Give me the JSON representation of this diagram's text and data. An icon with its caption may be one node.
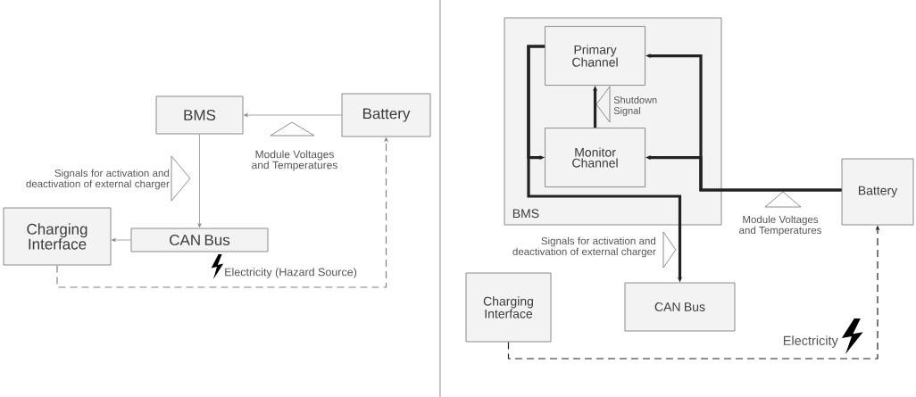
{
  "diagram": {
    "nodes": [
      {
        "text": [
          "BMS"
        ]
      },
      {
        "text": [
          "Battery"
        ]
      },
      {
        "text": [
          "CAN Bus"
        ]
      },
      {
        "text": [
          "Charging Interface"
        ]
      },
      {
        "text": [
          "BMS"
        ]
      },
      {
        "text": [
          "Primary Channel"
        ],
        "in": 4
      },
      {
        "text": [
          "Monitor Channel"
        ],
        "in": 4
      },
      {
        "text": [
          "Battery"
        ]
      },
      {
        "text": [
          "CAN Bus"
        ]
      },
      {
        "text": [
          "Charging Interface"
        ]
      }
    ],
    "edges": [
      {
        "from": 1,
        "to": 0,
        "arrow": "to",
        "label": "Module Voltages and Temperatures",
        "color": "#808080"
      },
      {
        "from": 0,
        "to": 2,
        "arrow": "to",
        "label": "Signals for activation and deactivation of external charger",
        "color": "#808080"
      },
      {
        "from": 2,
        "to": 3,
        "arrow": "to",
        "color": "#808080"
      },
      {
        "from": 3,
        "to": 1,
        "arrow": "to",
        "style": "dashed",
        "label": "Electricity (Hazard Source)",
        "color": "#808080"
      },
      {
        "from": 6,
        "to": 5,
        "arrow": "to",
        "style": "thick",
        "label": "Shutdown Signal"
      },
      {
        "from": 7,
        "to": 5,
        "arrow": "to",
        "style": "thick",
        "label": "Module Voltages and Temperatures"
      },
      {
        "from": 7,
        "to": 6,
        "arrow": "to",
        "style": "thick"
      },
      {
        "from": 5,
        "to": 6,
        "arrow": "to",
        "style": "thick"
      },
      {
        "from": 5,
        "to": 8,
        "arrow": "to",
        "style": "thick",
        "label": "Signals for activation and deactivation of external charger"
      },
      {
        "from": 9,
        "to": 7,
        "arrow": "to",
        "style": "dashed",
        "label": "Electricity"
      }
    ]
  }
}
